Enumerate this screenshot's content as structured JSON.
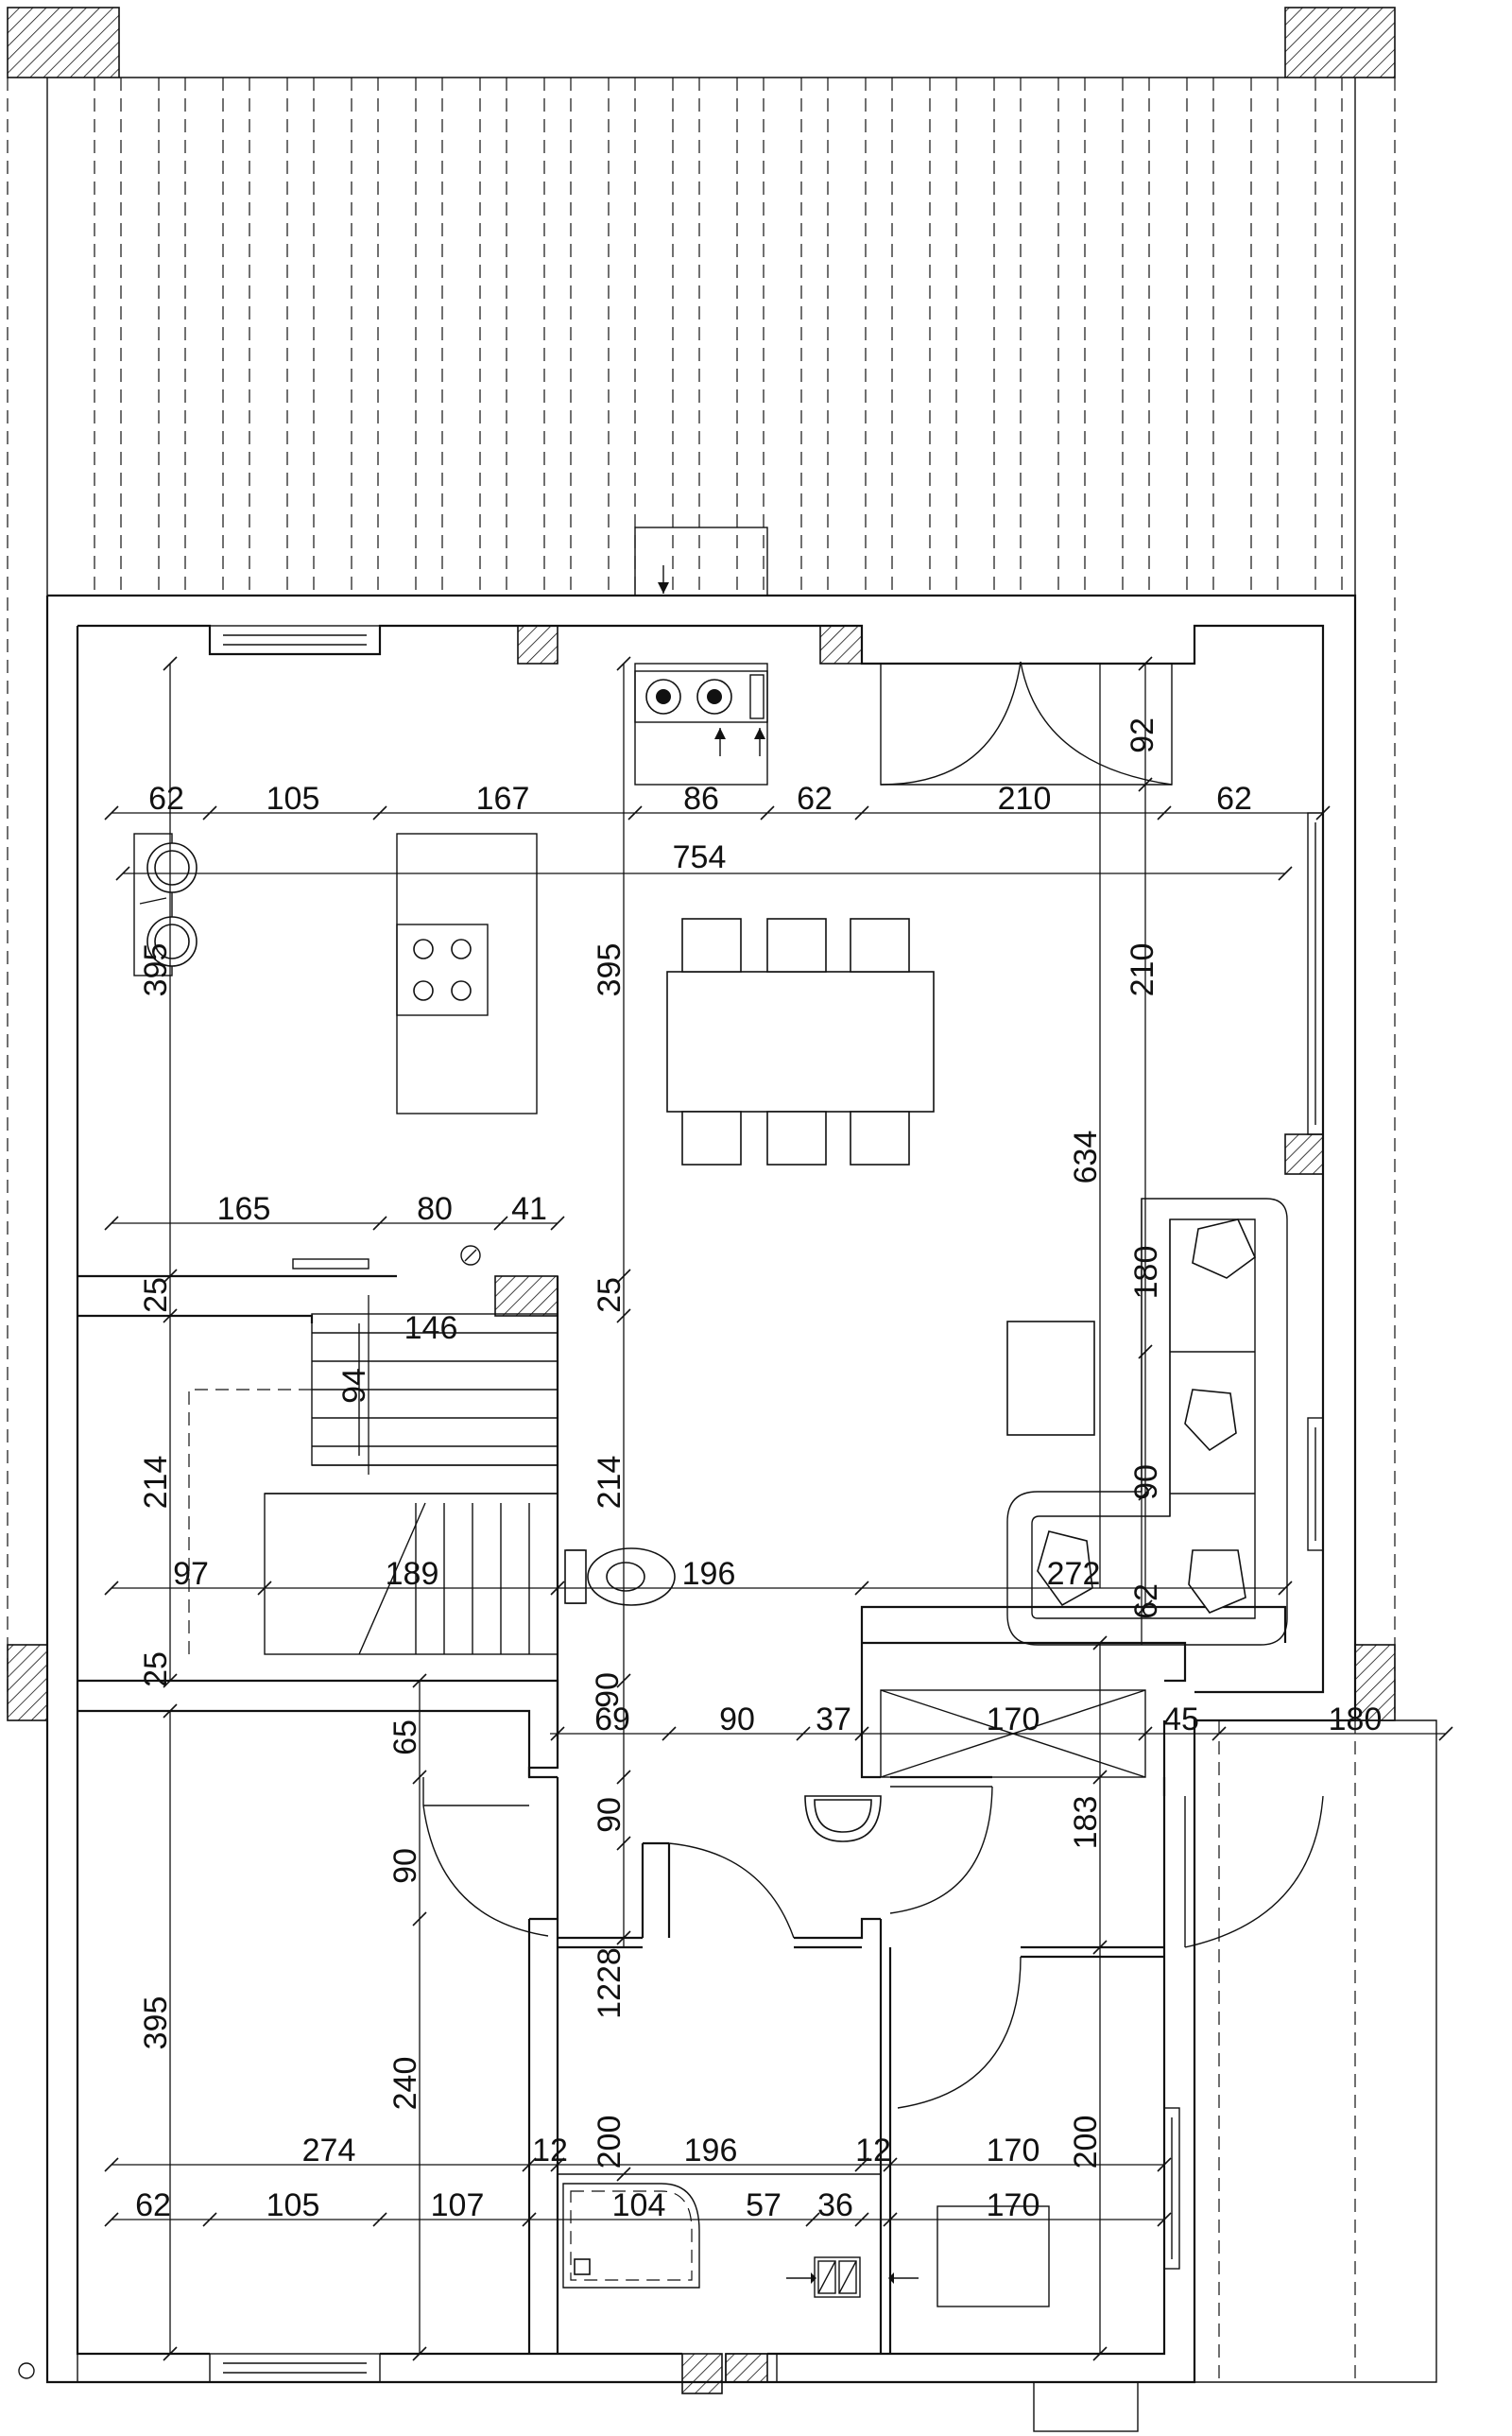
{
  "drawing": {
    "dimension_labels": [
      "62",
      "105",
      "167",
      "86",
      "62",
      "210",
      "62",
      "754",
      "92",
      "395",
      "395",
      "210",
      "634",
      "165",
      "80",
      "41",
      "25",
      "25",
      "146",
      "180",
      "94",
      "214",
      "214",
      "90",
      "97",
      "189",
      "196",
      "272",
      "62",
      "25",
      "90",
      "69",
      "90",
      "37",
      "170",
      "45",
      "180",
      "65",
      "90",
      "183",
      "90",
      "1228",
      "395",
      "240",
      "274",
      "12",
      "200",
      "196",
      "12",
      "170",
      "200",
      "62",
      "105",
      "107",
      "104",
      "57",
      "36",
      "170"
    ]
  }
}
